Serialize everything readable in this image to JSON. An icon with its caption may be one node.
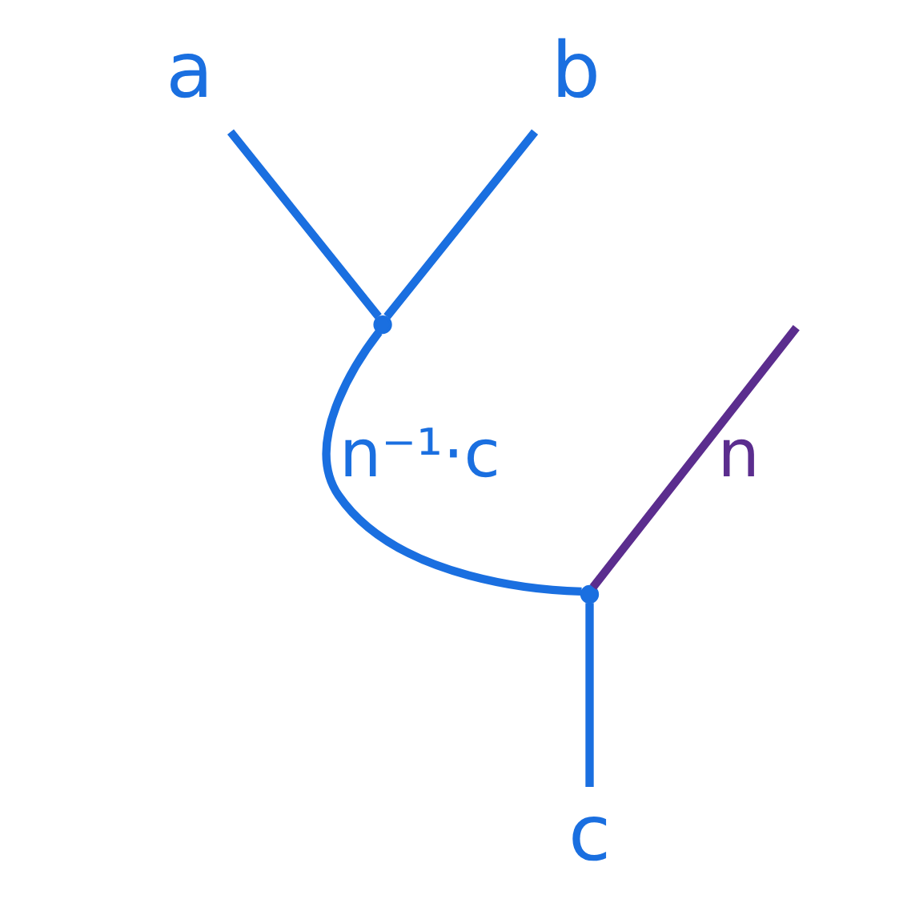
{
  "diagram": {
    "nodes": [
      {
        "text": [
          "a"
        ]
      },
      {
        "text": [
          "b"
        ]
      },
      {
        "text": [],
        "shape": "point"
      },
      {
        "text": [],
        "shape": "point"
      },
      {
        "text": [
          "c"
        ]
      }
    ],
    "edges": [
      {
        "from": 0,
        "to": 2,
        "arrow": "none"
      },
      {
        "from": 1,
        "to": 2,
        "arrow": "none"
      },
      {
        "from": 2,
        "to": 3,
        "arrow": "none",
        "label": "n⁻¹·c"
      },
      {
        "from": 3,
        "to": 4,
        "arrow": "none"
      },
      {
        "from": null,
        "to": 3,
        "arrow": "none",
        "label": "n",
        "color": "#5b2d8e"
      }
    ]
  }
}
